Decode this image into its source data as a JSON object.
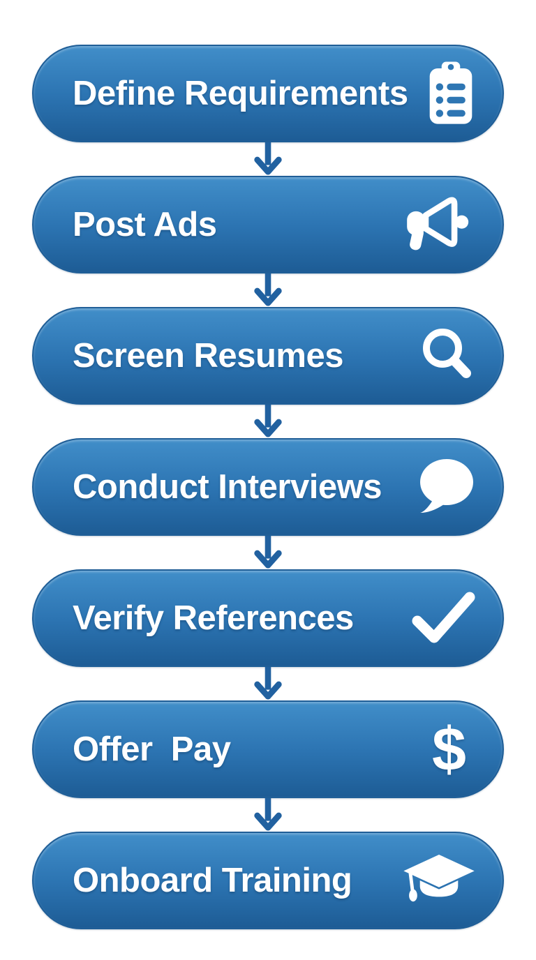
{
  "flowchart": {
    "type": "vertical-process-flow",
    "steps": [
      {
        "label": "Define Requirements",
        "icon": "clipboard-checklist-icon"
      },
      {
        "label": "Post Ads",
        "icon": "megaphone-icon"
      },
      {
        "label": "Screen Resumes",
        "icon": "search-icon"
      },
      {
        "label": "Conduct Interviews",
        "icon": "speech-bubble-icon"
      },
      {
        "label": "Verify References",
        "icon": "checkmark-icon"
      },
      {
        "label": "Offer  Pay",
        "icon": "dollar-icon",
        "glyph": "$"
      },
      {
        "label": "Onboard Training",
        "icon": "graduation-cap-icon"
      }
    ],
    "connector": "down-arrow",
    "colors": {
      "pill_gradient_top": "#418ec9",
      "pill_gradient_bottom": "#1d5c95",
      "pill_border": "#1f5e97",
      "arrow": "#2161a0",
      "label_text": "#ffffff",
      "icon_fill": "#ffffff",
      "icon_detail": "#2e76b3",
      "background": "#ffffff"
    }
  }
}
